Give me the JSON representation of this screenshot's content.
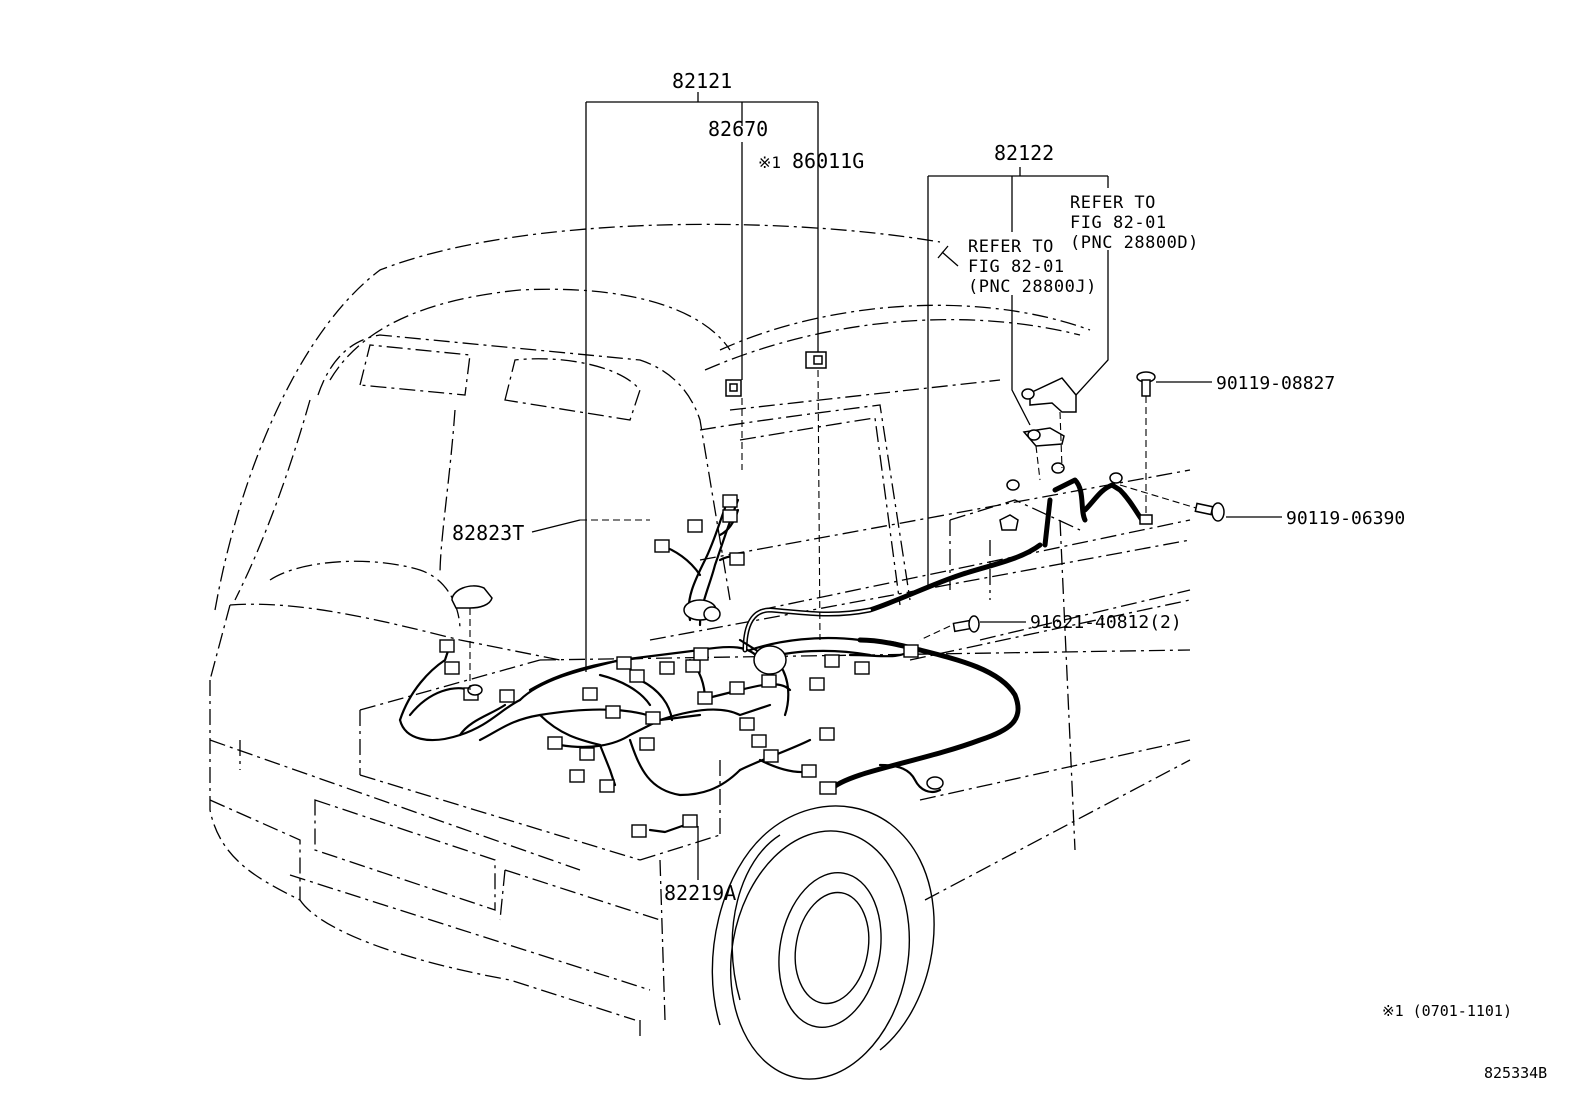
{
  "labels": {
    "p82121": "82121",
    "p82670": "82670",
    "p86011g_mark": "※1",
    "p86011g": "86011G",
    "p82122": "82122",
    "refer_a": [
      "REFER TO",
      "FIG 82-01",
      "(PNC 28800J)"
    ],
    "refer_b": [
      "REFER TO",
      "FIG 82-01",
      "(PNC 28800D)"
    ],
    "p90119_08827": "90119-08827",
    "p90119_06390": "90119-06390",
    "p82823t": "82823T",
    "p91621_40812": "91621-40812(2)",
    "p82219a": "82219A"
  },
  "footnote": "※1 (0701-1101)",
  "figure_id": "825334B"
}
